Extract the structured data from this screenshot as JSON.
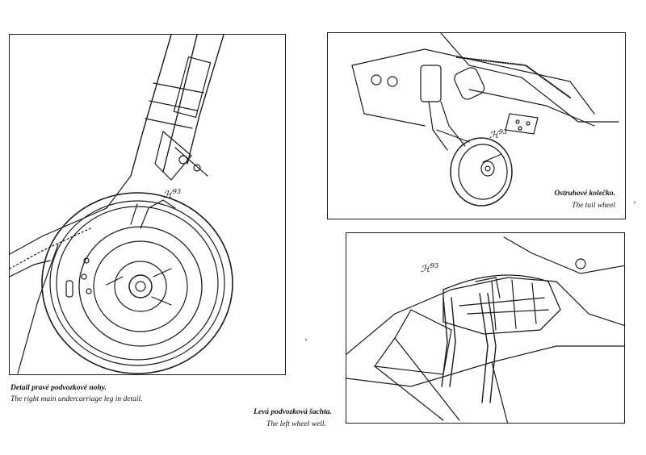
{
  "captions": {
    "main_cs": "Detail pravé podvozkové nohy.",
    "main_en": "The right main undercarriage leg in detail.",
    "tail_cs": "Ostruhové kolečko.",
    "tail_en": "The tail wheel",
    "well_cs": "Levá podvozková šachta.",
    "well_en": "The left wheel well."
  },
  "signatures": {
    "main": "93",
    "tail": "93",
    "well": "93"
  },
  "colors": {
    "ink": "#1a1a1a",
    "paper": "#ffffff"
  }
}
